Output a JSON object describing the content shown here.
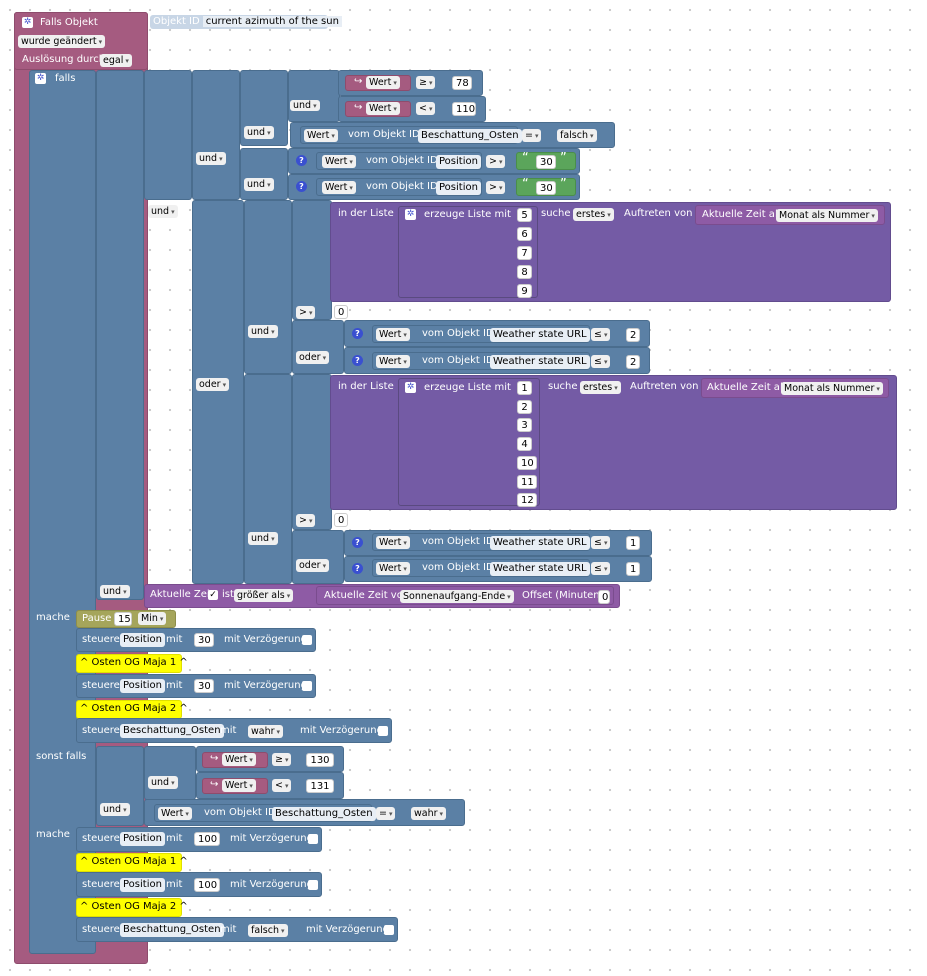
{
  "trigger": {
    "title": "Falls Objekt",
    "objid_label": "Objekt ID",
    "objid_value": "current azimuth of the sun",
    "changed": "wurde geändert",
    "trigger_label": "Auslösung durch",
    "trigger_value": "egal"
  },
  "labels": {
    "falls": "falls",
    "und": "und",
    "oder": "oder",
    "mache": "mache",
    "sonst_falls": "sonst falls",
    "wert": "Wert",
    "vom_objekt": "vom Objekt ID",
    "in_der_liste": "in der Liste",
    "erzeuge_liste": "erzeuge Liste mit",
    "suche": "suche",
    "erstes": "erstes",
    "auftreten": "Auftreten von",
    "aktuelle_zeit_als": "Aktuelle Zeit als",
    "monat": "Monat als Nummer",
    "aktuelle_zeit": "Aktuelle Zeit",
    "ist": "ist",
    "groesser": "größer als",
    "aktuelle_zeit_von": "Aktuelle Zeit von",
    "sonnenaufgang": "Sonnenaufgang-Ende",
    "offset": "Offset (Minuten)",
    "pause": "Pause",
    "min": "Min",
    "steuere": "steuere",
    "mit": "mit",
    "verzoegerung": "mit Verzögerung",
    "position": "Position",
    "beschattung": "Beschattung_Osten",
    "weather": "Weather state URL",
    "falsch": "falsch",
    "wahr": "wahr",
    "maja1": "^ Osten OG Maja 1 ^",
    "maja2": "^ Osten OG Maja 2 ^",
    "help": "?",
    "check": "✓"
  },
  "ops": {
    "ge": "≥",
    "lt": "<",
    "eq": "=",
    "gt": ">",
    "le": "≤"
  },
  "values": {
    "az1_min": "78",
    "az1_max": "110",
    "pos_30": "30",
    "list1": [
      "5",
      "6",
      "7",
      "8",
      "9"
    ],
    "zero": "0",
    "weather1": "2",
    "list2": [
      "1",
      "2",
      "3",
      "4",
      "10",
      "11",
      "12"
    ],
    "weather2": "1",
    "pause": "15",
    "az2_min": "130",
    "az2_max": "131",
    "pos_100": "100"
  },
  "icons": {
    "gear": "gear-icon",
    "help": "help-icon",
    "quote": "“",
    "quote_close": "”",
    "arrow": "▾",
    "ret": "↪"
  }
}
